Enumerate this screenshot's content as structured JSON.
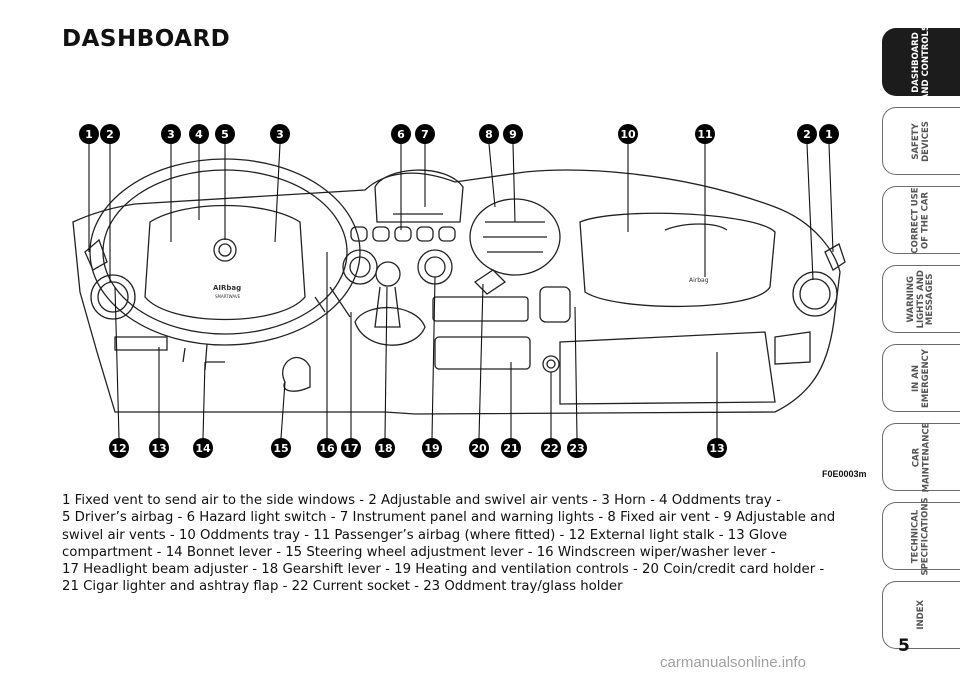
{
  "page": {
    "title": "DASHBOARD",
    "figure_code": "F0E0003m",
    "page_number": "5",
    "watermark": "carmanualsonline.info"
  },
  "figure": {
    "top_callouts": [
      "1",
      "2",
      "3",
      "4",
      "5",
      "3",
      "6",
      "7",
      "8",
      "9",
      "10",
      "11",
      "2",
      "1"
    ],
    "bottom_callouts": [
      "12",
      "13",
      "14",
      "15",
      "16",
      "17",
      "18",
      "19",
      "20",
      "21",
      "22",
      "23",
      "13"
    ],
    "wheel_hub_text": "AIRbag",
    "wheel_hub_subtext": "SMARTWAVE",
    "dash_airbag_text": "Airbag"
  },
  "caption": {
    "lines": [
      "1 Fixed vent to send air to the side windows - 2 Adjustable and swivel air vents - 3 Horn - 4 Oddments tray -",
      "5 Driver’s airbag - 6 Hazard light switch - 7 Instrument panel and warning lights - 8 Fixed air vent - 9 Adjustable and",
      "swivel air vents - 10 Oddments tray - 11 Passenger’s airbag (where fitted) - 12 External light stalk - 13 Glove",
      "compartment - 14 Bonnet lever - 15 Steering wheel adjustment lever - 16 Windscreen wiper/washer lever -",
      "17 Headlight beam adjuster - 18 Gearshift lever - 19 Heating and ventilation controls - 20 Coin/credit card holder -",
      "21 Cigar lighter and ashtray flap - 22 Current socket - 23 Oddment tray/glass holder"
    ]
  },
  "tabs": [
    {
      "label": "DASHBOARD\nAND CONTROLS",
      "active": true
    },
    {
      "label": "SAFETY\nDEVICES",
      "active": false
    },
    {
      "label": "CORRECT USE\nOF THE CAR",
      "active": false
    },
    {
      "label": "WARNING\nLIGHTS AND\nMESSAGES",
      "active": false
    },
    {
      "label": "IN AN\nEMERGENCY",
      "active": false
    },
    {
      "label": "CAR\nMAINTENANCE",
      "active": false
    },
    {
      "label": "TECHNICAL\nSPECIFICATIONS",
      "active": false
    },
    {
      "label": "INDEX",
      "active": false
    }
  ]
}
